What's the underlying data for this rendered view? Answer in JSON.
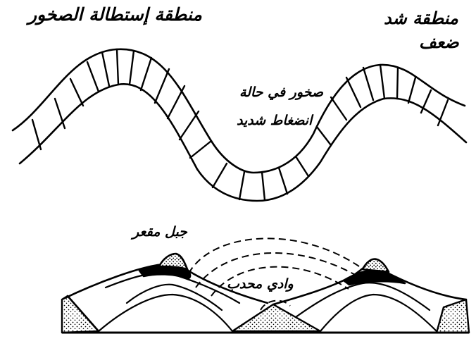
{
  "labels": {
    "stretch_zone": "منطقة إستطالة الصخور",
    "tension_zone_line1": "منطقة شد",
    "tension_zone_line2": "ضعف",
    "compression_line1": "صخور في حالة",
    "compression_line2": "انضغاط شديد",
    "inverted_mountain": "جبل مقعر",
    "anticline_valley": "وادي محدب"
  },
  "colors": {
    "ink": "#000000",
    "paper": "#ffffff",
    "stipple": "#000000"
  }
}
